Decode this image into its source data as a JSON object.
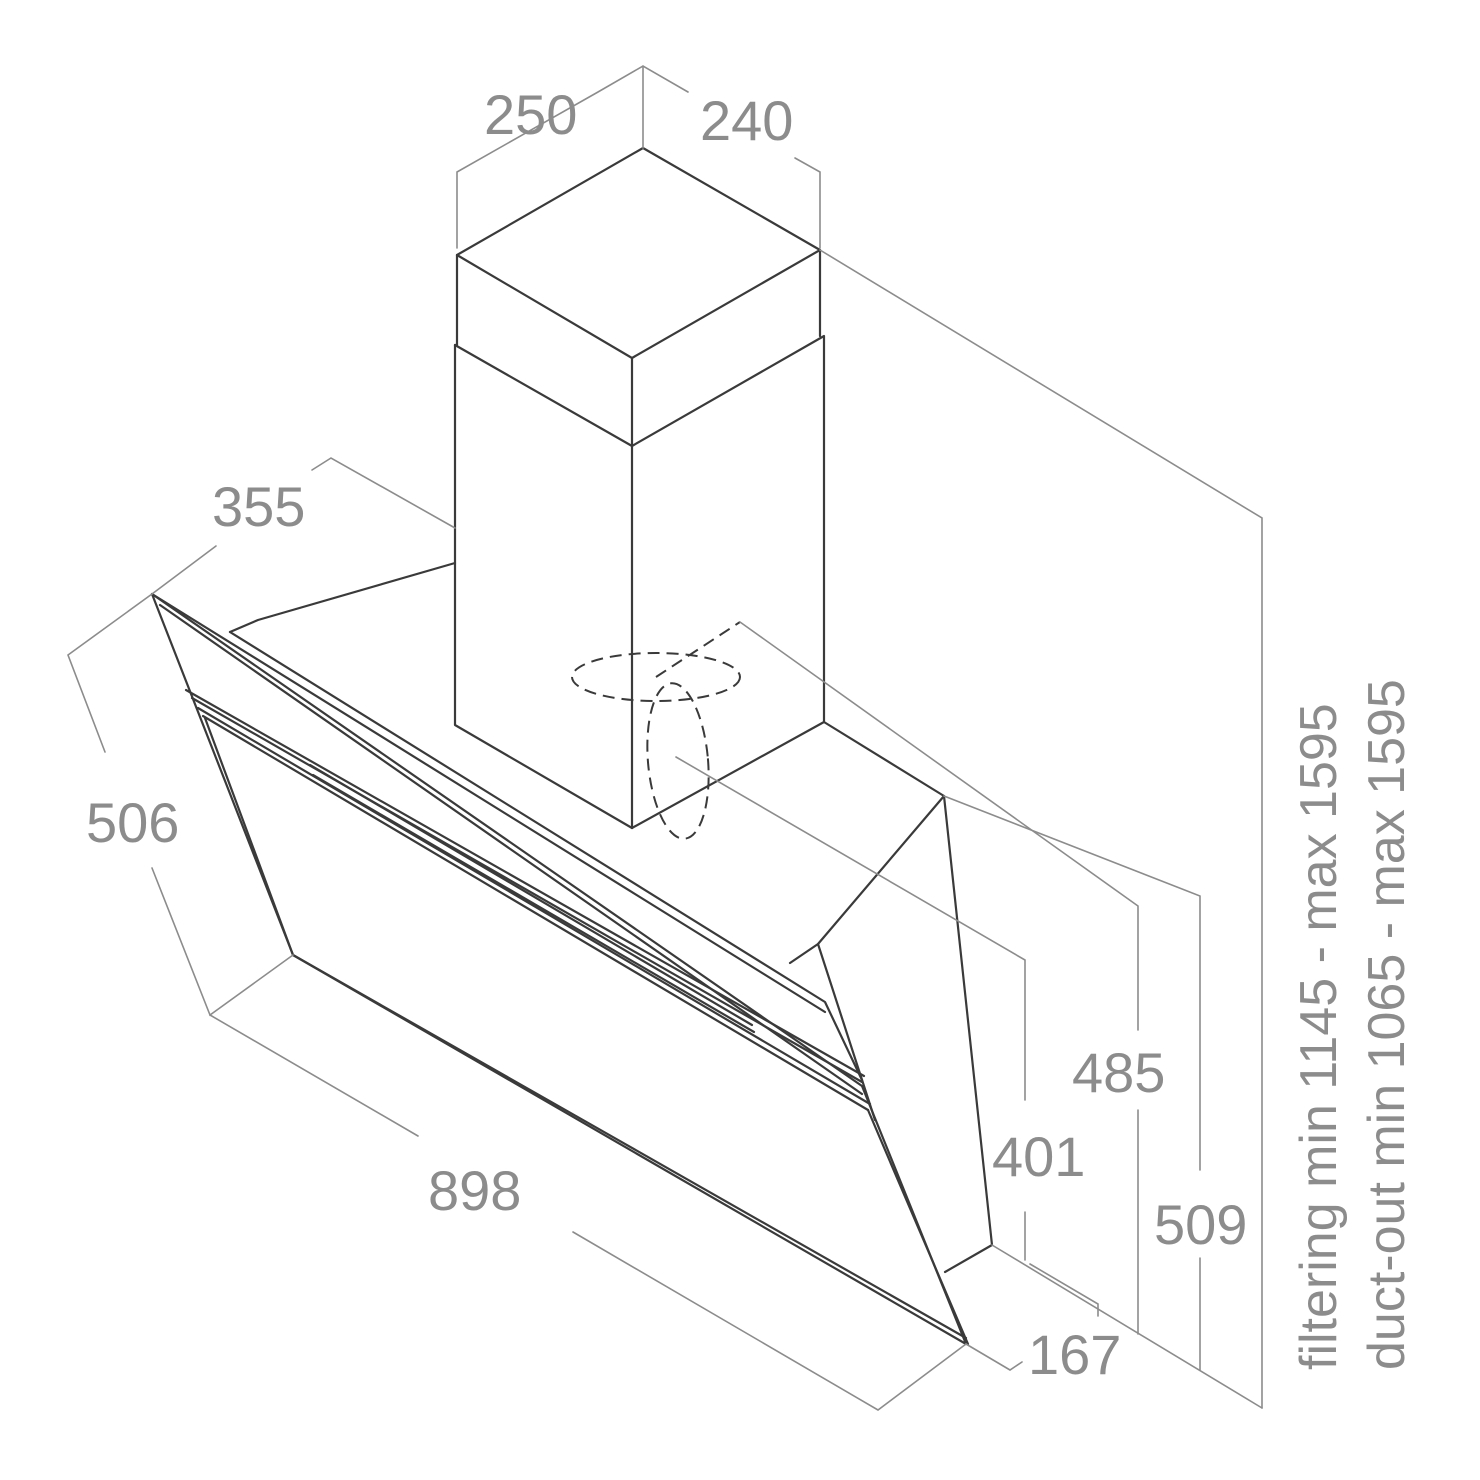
{
  "diagram": {
    "dimensions": {
      "chimney_width": "250",
      "chimney_depth": "240",
      "hood_depth": "355",
      "hood_height": "506",
      "hood_width": "898",
      "height_485": "485",
      "height_401": "401",
      "height_509": "509",
      "bottom_depth": "167"
    },
    "notes": {
      "filtering": "filtering min 1145 - max 1595",
      "duct_out": "duct-out min 1065 - max 1595"
    }
  }
}
